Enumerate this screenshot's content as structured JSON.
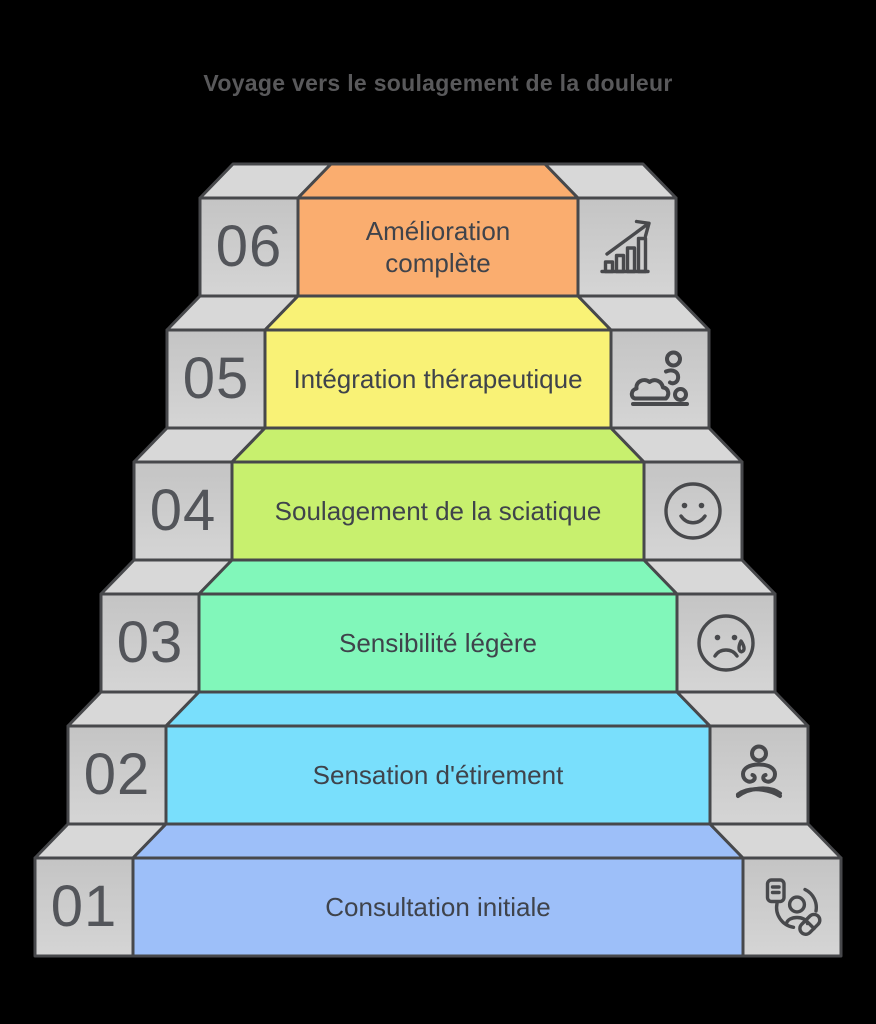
{
  "title": "Voyage vers le soulagement de la douleur",
  "palette": {
    "background": "#000000",
    "outline": "#47484B",
    "cap-top": "#D8D8D8",
    "cap-front-a": "#C4C4C4",
    "cap-front-b": "#D5D5D5",
    "title-color": "#59595B",
    "number-color": "#53555A",
    "label-color": "#3F434B",
    "icon-stroke": "#48494C"
  },
  "steps": [
    {
      "number": "01",
      "label": "Consultation initiale",
      "icon": "doctor-consultation",
      "color": "#9DBFF9"
    },
    {
      "number": "02",
      "label": "Sensation d'étirement",
      "icon": "meditation-pose",
      "color": "#79DFFC"
    },
    {
      "number": "03",
      "label": "Sensibilité légère",
      "icon": "sad-face-tear",
      "color": "#81F7BA"
    },
    {
      "number": "04",
      "label": "Soulagement de la sciatique",
      "icon": "smiley-face",
      "color": "#C8F06E"
    },
    {
      "number": "05",
      "label": "Intégration thérapeutique",
      "icon": "massage-therapy",
      "color": "#F9F276"
    },
    {
      "number": "06",
      "label": "Amélioration\ncomplète",
      "icon": "growth-chart",
      "color": "#FAAD6F"
    }
  ]
}
